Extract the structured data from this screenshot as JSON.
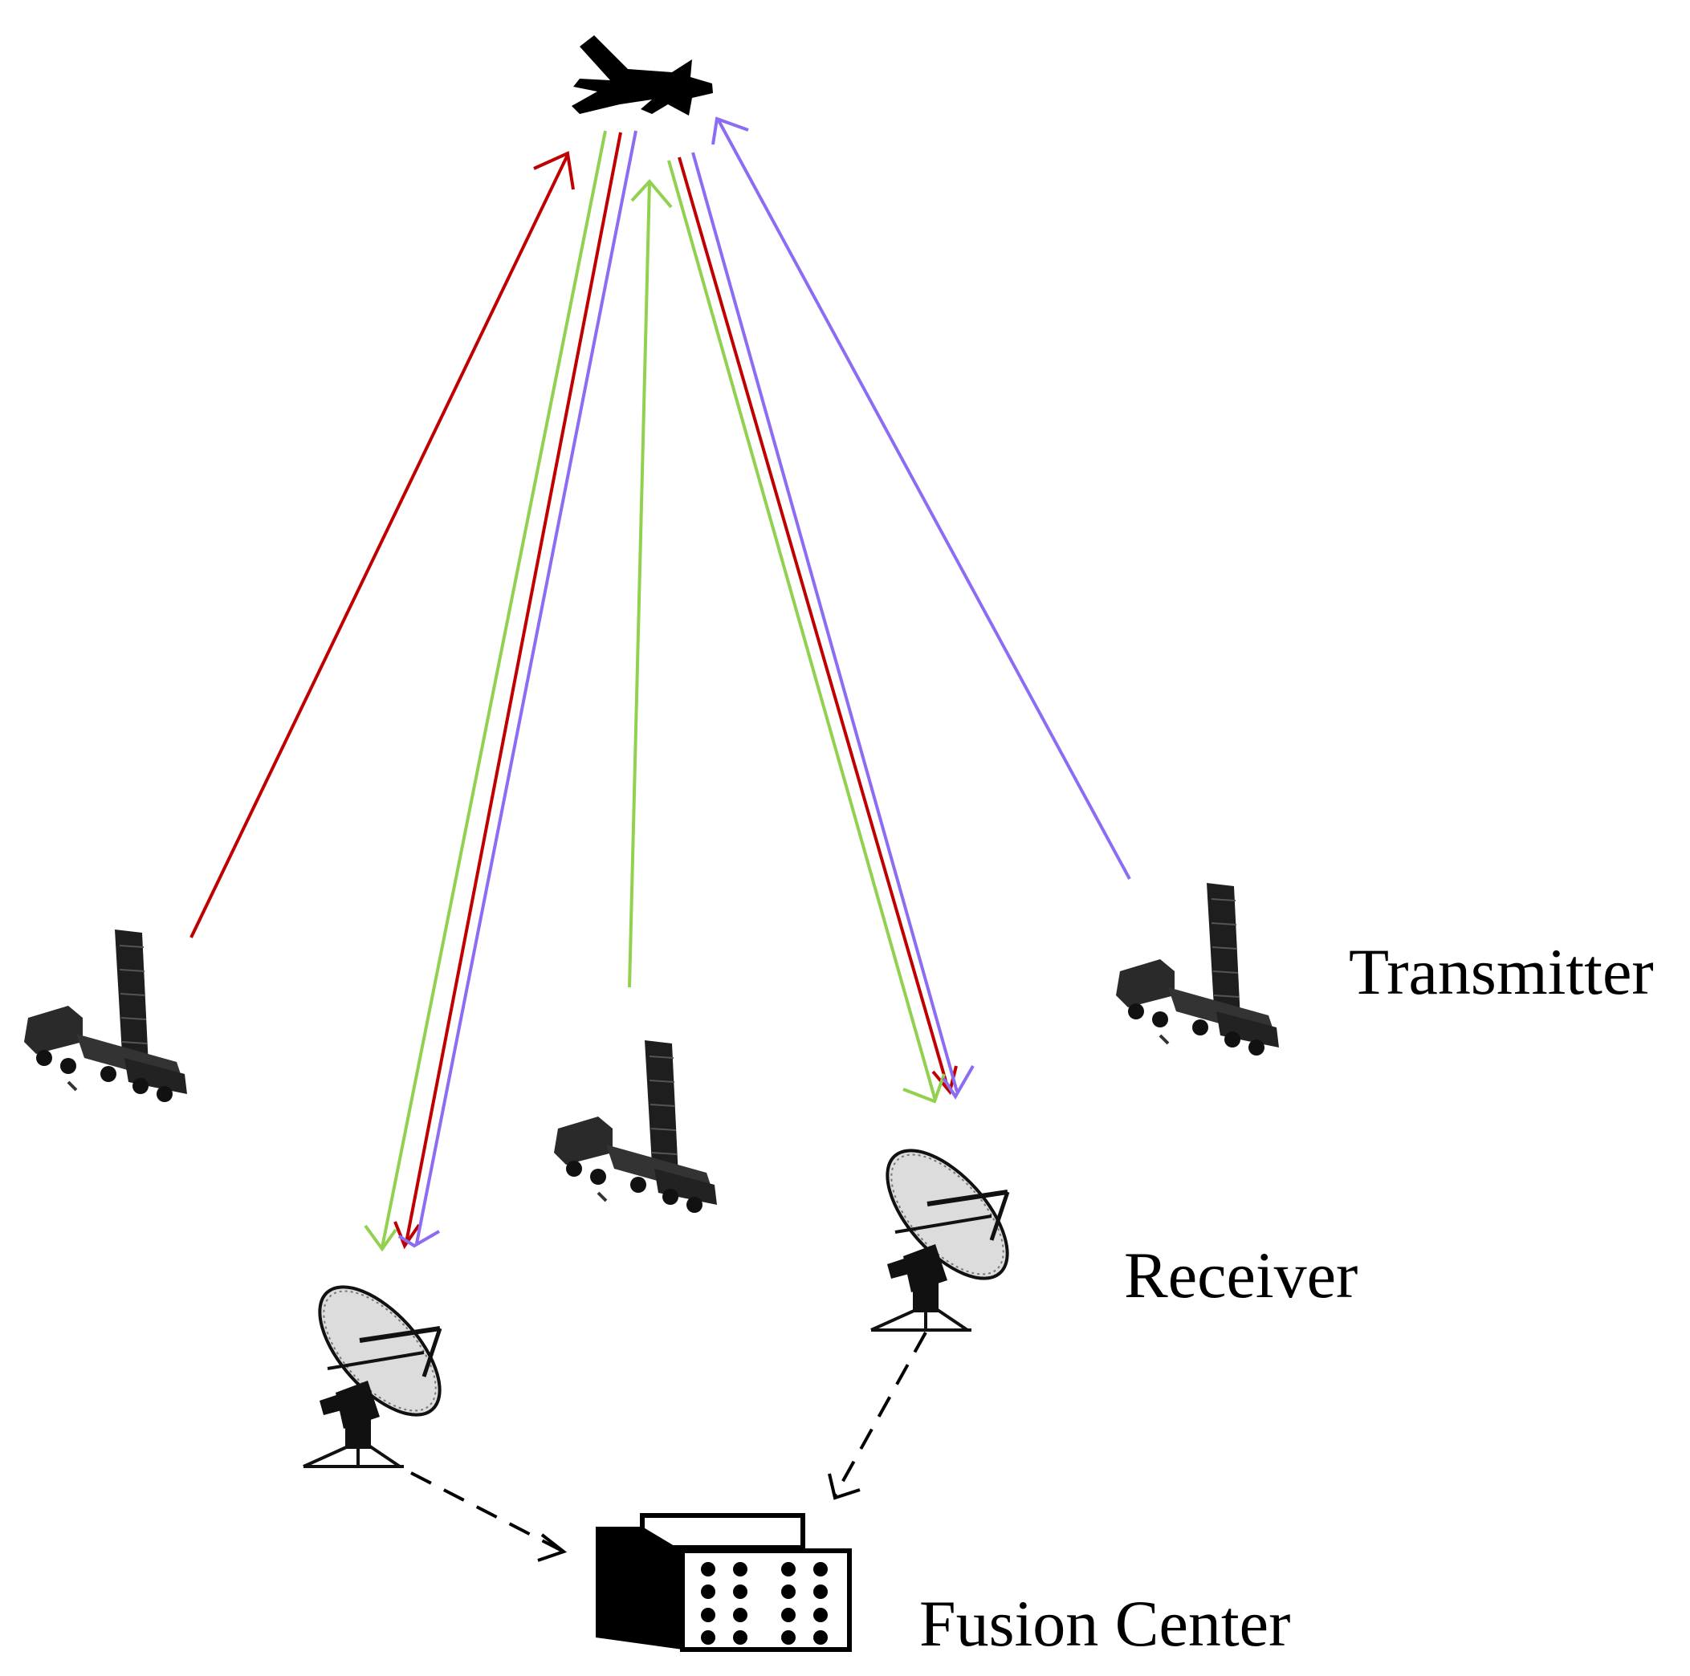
{
  "labels": {
    "transmitter": "Transmitter",
    "receiver": "Receiver",
    "fusion_center": "Fusion Center"
  },
  "icons": {
    "target": "airplane-icon",
    "transmitter": "radar-truck-icon",
    "receiver": "satellite-dish-icon",
    "fusion_center": "fusion-center-icon"
  },
  "colors": {
    "transmitter_1_signal": "#c00000",
    "transmitter_2_signal": "#92d050",
    "transmitter_3_signal": "#8b6cf2",
    "data_link": "#000000"
  }
}
